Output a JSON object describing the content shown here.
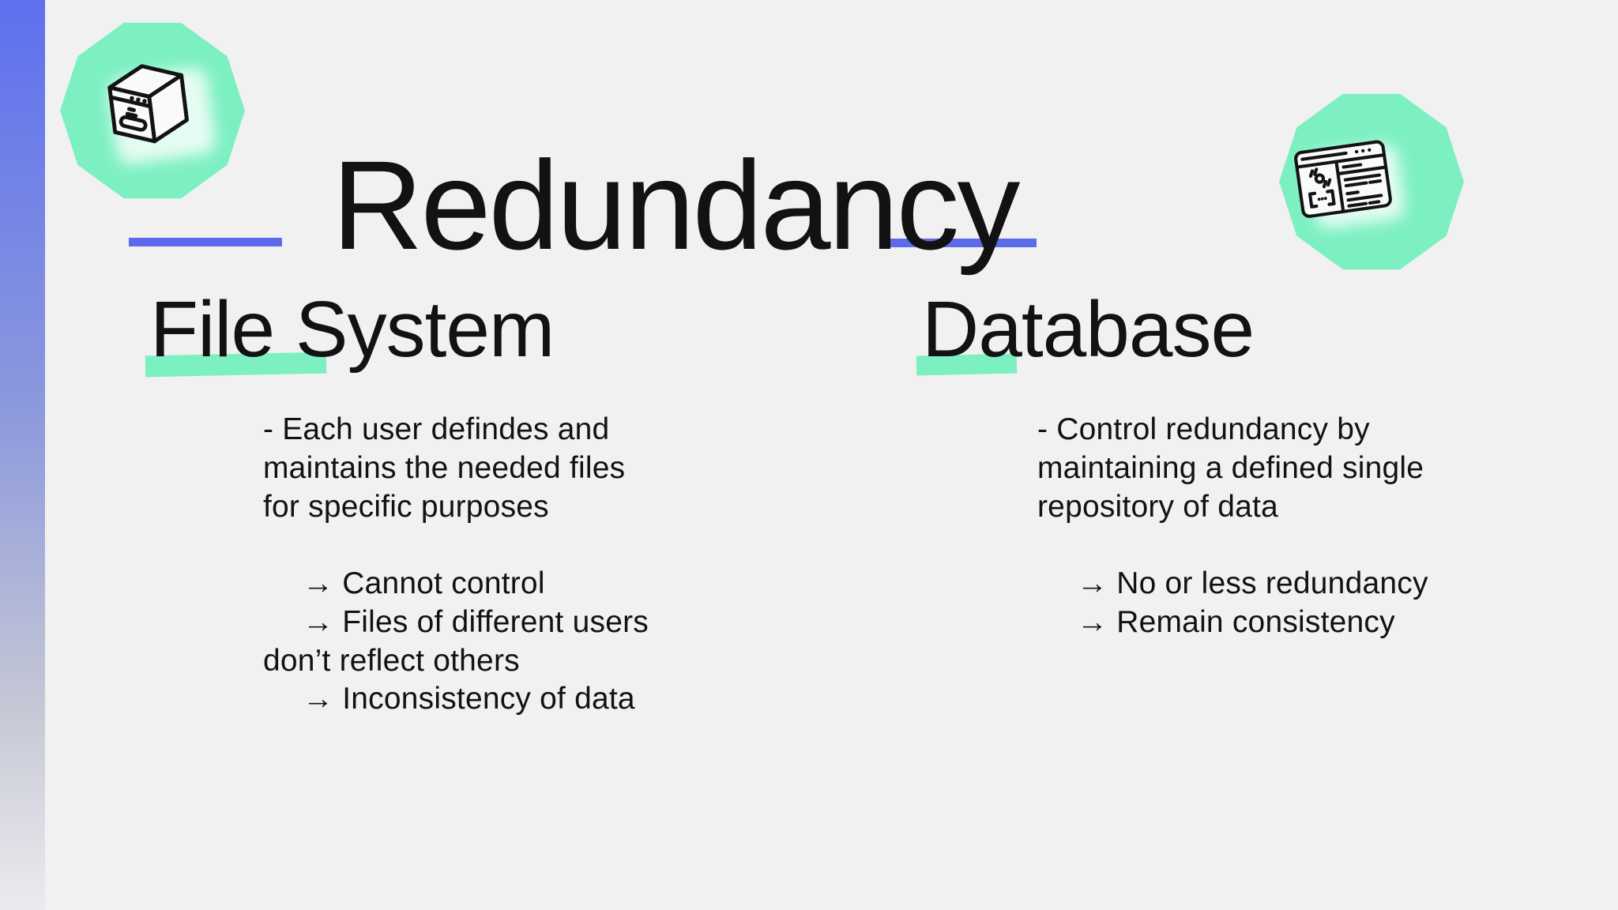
{
  "slide": {
    "title": "Redundancy",
    "columns": [
      {
        "heading": "File System",
        "lines": [
          "- Each user defindes and",
          "maintains the needed files",
          "for specific purposes",
          "",
          "→ Cannot control",
          "→ Files of different users",
          "don’t reflect others",
          "→ Inconsistency of data"
        ]
      },
      {
        "heading": "Database",
        "lines": [
          "- Control redundancy by",
          "maintaining a defined single",
          "repository of data",
          "",
          "→ No or less redundancy",
          "→ Remain consistency"
        ]
      }
    ],
    "icons": [
      "archive-box-icon",
      "code-window-icon"
    ],
    "colors": {
      "accent_blue": "#5b6be9",
      "accent_mint": "#7df0c2",
      "sidebar_top": "#5e70ee",
      "sidebar_bottom": "#ebebef",
      "background": "#f2f1f2",
      "text": "#121212"
    }
  }
}
